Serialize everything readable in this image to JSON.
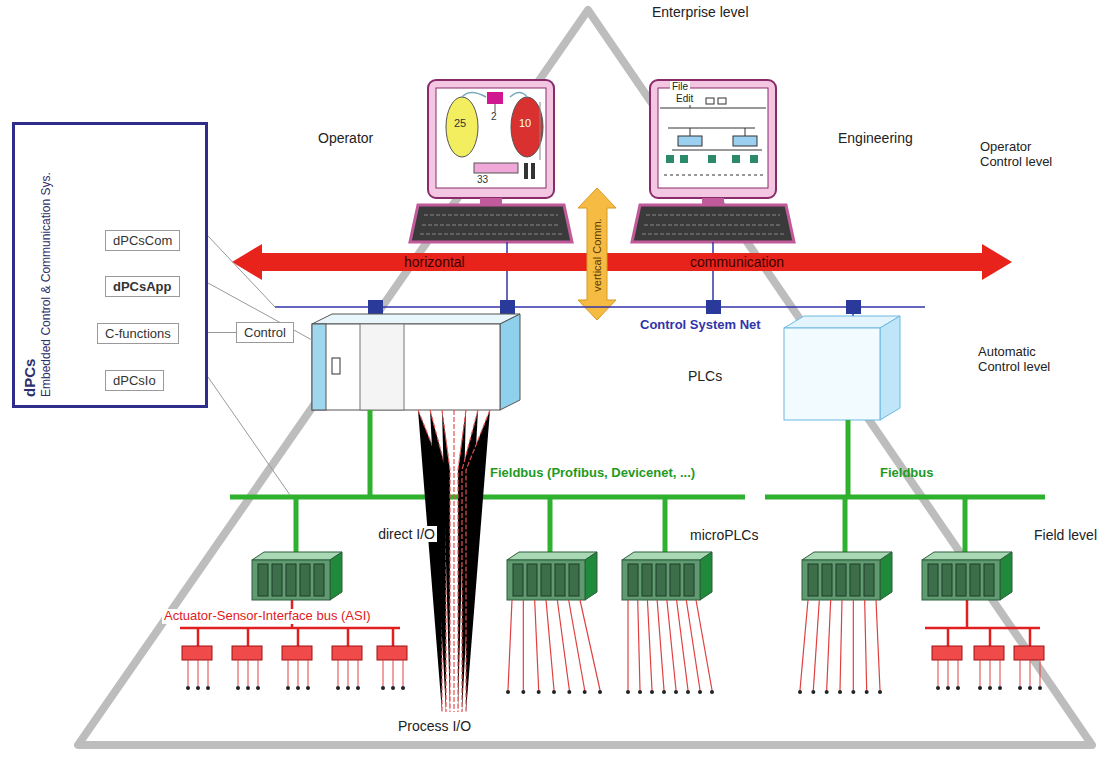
{
  "diagram": {
    "nodes": [
      {
        "text": [
          "dPCs",
          "Embedded Control & Communication Sys."
        ]
      },
      {
        "text": [
          "dPCsCom"
        ],
        "in": 0
      },
      {
        "text": [
          "dPCsApp"
        ],
        "in": 0
      },
      {
        "text": [
          "C-functions"
        ],
        "in": 0
      },
      {
        "text": [
          "dPCsIo"
        ],
        "in": 0
      },
      {
        "text": [
          "Control"
        ]
      }
    ],
    "edges": [
      {
        "from": 3,
        "to": 5,
        "arrow": "none"
      }
    ],
    "labels": [
      "Enterprise level",
      "Operator",
      "Engineering",
      "Operator Control level",
      "horizontal",
      "communication",
      "vertical Comm.",
      "Control System Net",
      "Automatic Control level",
      "PLCs",
      "Fieldbus (Profibus, Devicenet, ...)",
      "Fieldbus",
      "direct I/O",
      "microPLCs",
      "Field level",
      "Actuator-Sensor-Interface bus (ASI)",
      "Process I/O",
      "25",
      "10",
      "2",
      "33",
      "File",
      "Edit"
    ]
  }
}
